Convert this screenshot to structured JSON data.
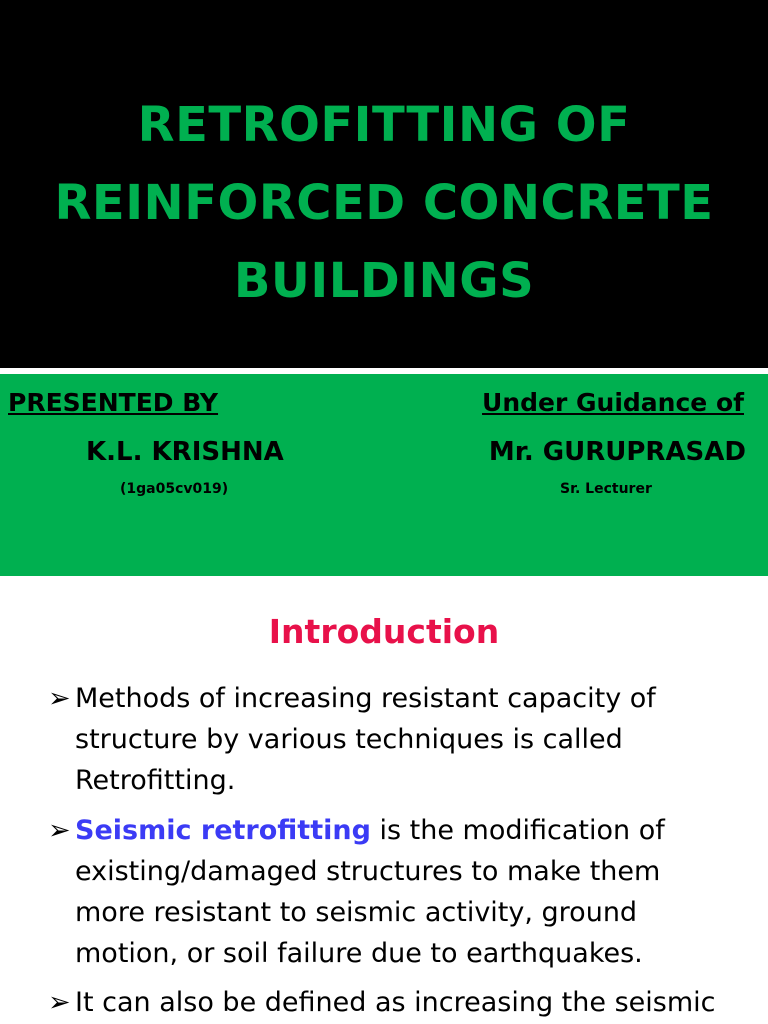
{
  "slide1": {
    "title_lines": [
      "RETROFITTING OF",
      "REINFORCED CONCRETE",
      "BUILDINGS"
    ],
    "presented_by_label": "PRESENTED BY",
    "presenter_name": "K.L. KRISHNA",
    "presenter_id": "(1ga05cv019)",
    "guidance_label": "Under Guidance of",
    "guide_name": "Mr. GURUPRASAD",
    "guide_role": "Sr. Lecturer",
    "colors": {
      "title": "#00B050",
      "background": "#000000",
      "band": "#00B050"
    }
  },
  "slide2": {
    "heading": "Introduction",
    "bullet_icon": "arrow-bullet-icon",
    "bullets": [
      {
        "text": "Methods of increasing resistant capacity of structure by various techniques is called Retrofitting."
      },
      {
        "highlight": "Seismic retrofitting",
        "text": " is the modification of existing/damaged structures to make them more resistant to seismic activity, ground motion, or soil failure due to earthquakes."
      },
      {
        "text": "It can also be defined as increasing the seismic"
      }
    ],
    "colors": {
      "heading": "#E8114A",
      "highlight": "#3B3BF5"
    }
  }
}
